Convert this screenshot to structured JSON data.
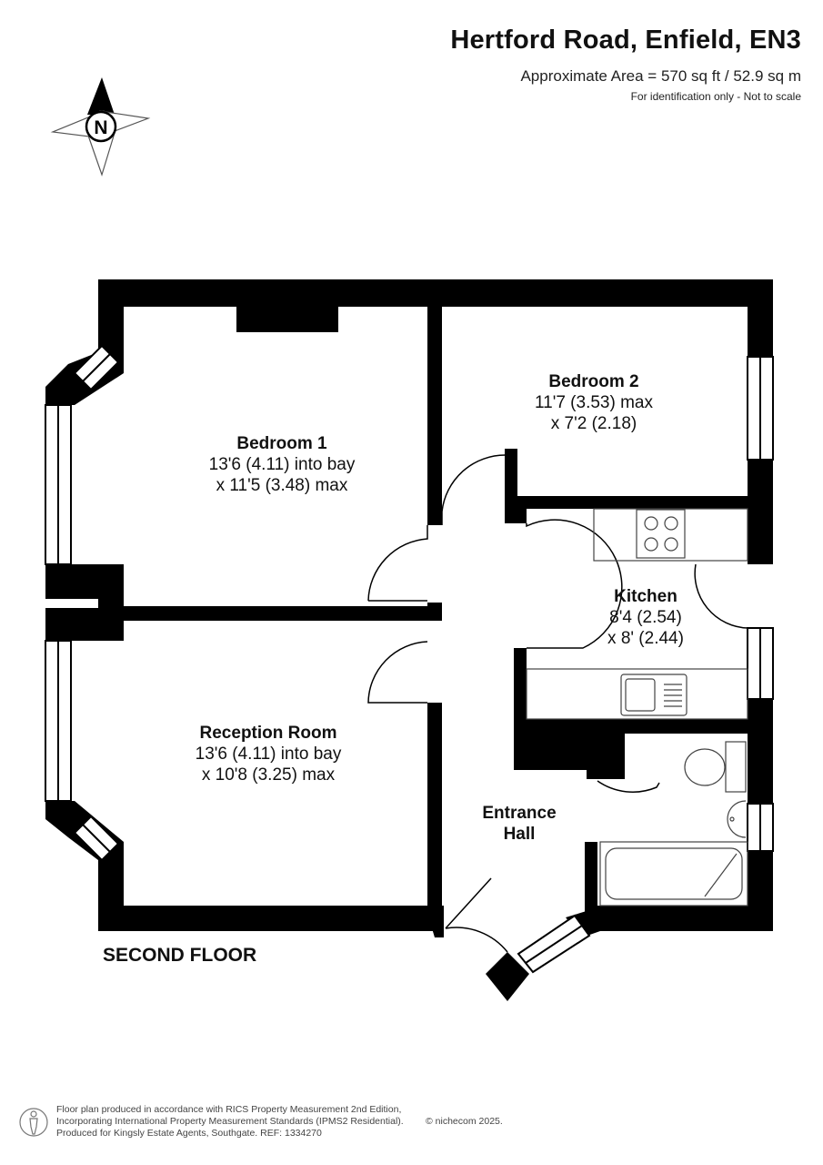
{
  "header": {
    "title": "Hertford Road, Enfield, EN3",
    "area": "Approximate Area = 570 sq ft / 52.9 sq m",
    "note": "For identification only - Not to scale"
  },
  "compass": {
    "letter": "N"
  },
  "rooms": {
    "bedroom1": {
      "name": "Bedroom 1",
      "dim1": "13'6 (4.11) into bay",
      "dim2": "x 11'5 (3.48) max"
    },
    "bedroom2": {
      "name": "Bedroom 2",
      "dim1": "11'7 (3.53) max",
      "dim2": "x 7'2 (2.18)"
    },
    "kitchen": {
      "name": "Kitchen",
      "dim1": "8'4 (2.54)",
      "dim2": "x 8' (2.44)"
    },
    "reception": {
      "name": "Reception Room",
      "dim1": "13'6 (4.11) into bay",
      "dim2": "x 10'8 (3.25) max"
    },
    "hall": {
      "name1": "Entrance",
      "name2": "Hall"
    }
  },
  "floor_label": "SECOND FLOOR",
  "footer": {
    "line1": "Floor plan produced in accordance with RICS Property Measurement 2nd Edition,",
    "line2": "Incorporating International Property Measurement Standards (IPMS2 Residential).",
    "line3": "Produced for Kingsly Estate Agents, Southgate.   REF:  1334270",
    "credit": "© nichecom 2025."
  },
  "colors": {
    "wall": "#000000",
    "fixture": "#555555"
  }
}
